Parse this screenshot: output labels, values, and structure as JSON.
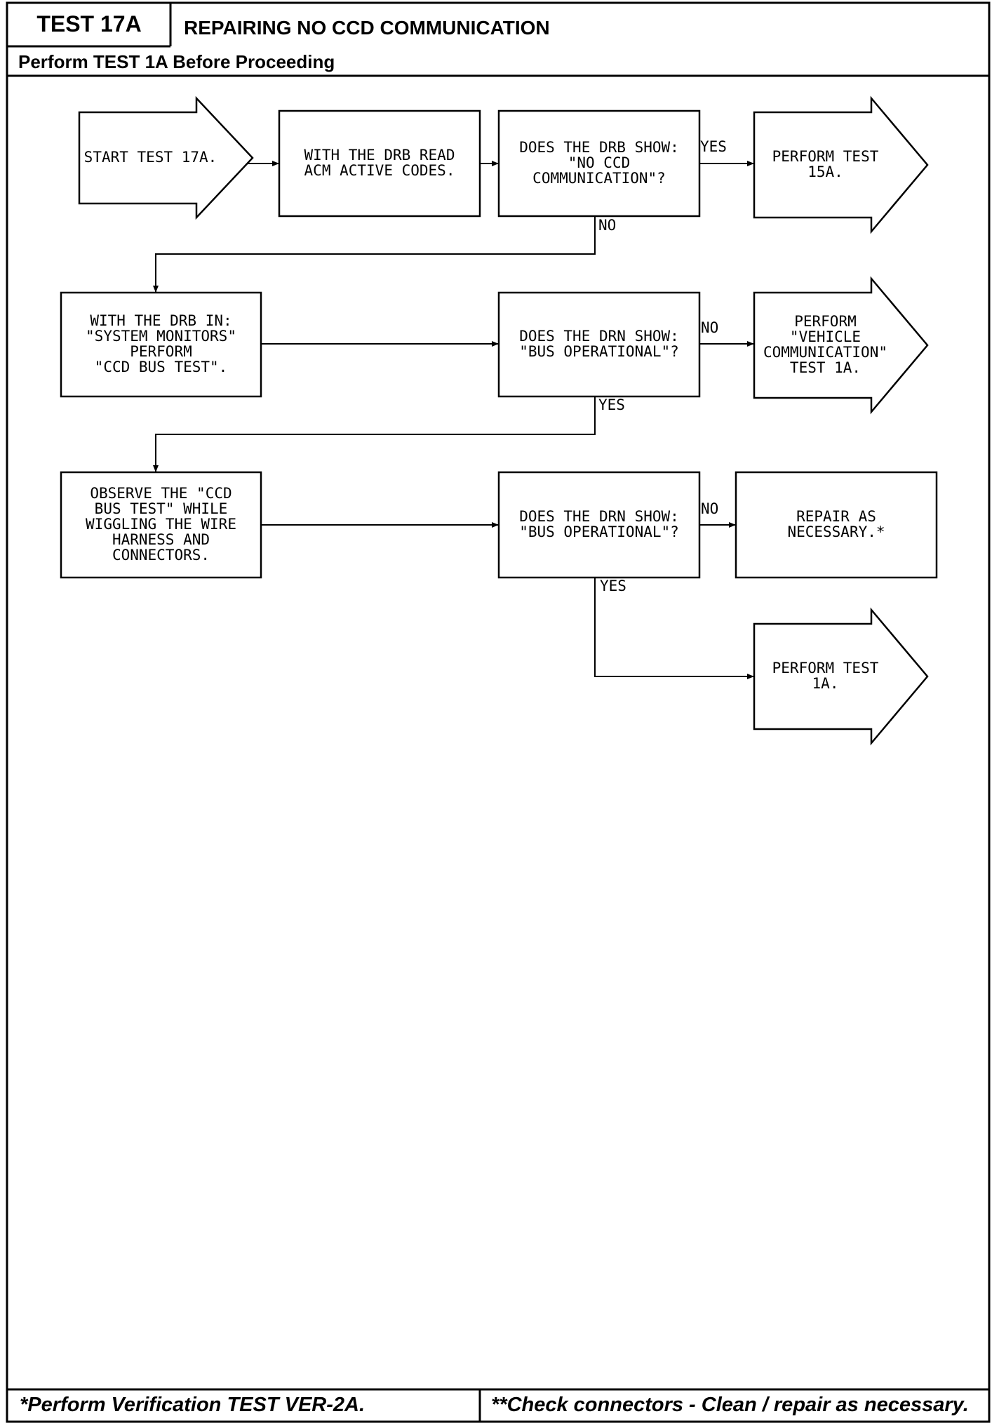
{
  "header": {
    "test_id": "TEST 17A",
    "title": "REPAIRING NO CCD COMMUNICATION",
    "prerequisite": "Perform TEST 1A Before Proceeding"
  },
  "flowchart": {
    "nodes": [
      {
        "id": "start",
        "shape": "arrow",
        "lines": [
          "START TEST 17A."
        ]
      },
      {
        "id": "read-codes",
        "shape": "box",
        "lines": [
          "WITH THE DRB READ",
          "ACM ACTIVE CODES."
        ]
      },
      {
        "id": "check-ccd",
        "shape": "decision-box",
        "lines": [
          "DOES THE DRB SHOW:",
          "\"NO CCD",
          "COMMUNICATION\"?"
        ]
      },
      {
        "id": "goto-15a",
        "shape": "arrow",
        "lines": [
          "PERFORM TEST",
          "15A."
        ]
      },
      {
        "id": "bus-test",
        "shape": "box",
        "lines": [
          "WITH THE DRB IN:",
          "\"SYSTEM MONITORS\"",
          "PERFORM",
          "\"CCD BUS TEST\"."
        ]
      },
      {
        "id": "check-bus-1",
        "shape": "decision-box",
        "lines": [
          "DOES THE DRN SHOW:",
          "\"BUS OPERATIONAL\"?"
        ]
      },
      {
        "id": "goto-vehicle-comm",
        "shape": "arrow",
        "lines": [
          "PERFORM",
          "\"VEHICLE",
          "COMMUNICATION\"",
          "TEST 1A."
        ]
      },
      {
        "id": "wiggle-test",
        "shape": "box",
        "lines": [
          "OBSERVE THE \"CCD",
          "BUS TEST\" WHILE",
          "WIGGLING THE WIRE",
          "HARNESS AND",
          "CONNECTORS."
        ]
      },
      {
        "id": "check-bus-2",
        "shape": "decision-box",
        "lines": [
          "DOES THE DRN SHOW:",
          "\"BUS OPERATIONAL\"?"
        ]
      },
      {
        "id": "repair",
        "shape": "box",
        "lines": [
          "REPAIR AS",
          "NECESSARY.*"
        ]
      },
      {
        "id": "goto-1a",
        "shape": "arrow",
        "lines": [
          "PERFORM TEST",
          "1A."
        ]
      }
    ],
    "edges": [
      {
        "from": "start",
        "to": "read-codes",
        "label": ""
      },
      {
        "from": "read-codes",
        "to": "check-ccd",
        "label": ""
      },
      {
        "from": "check-ccd",
        "to": "goto-15a",
        "label": "YES"
      },
      {
        "from": "check-ccd",
        "to": "bus-test",
        "label": "NO"
      },
      {
        "from": "bus-test",
        "to": "check-bus-1",
        "label": ""
      },
      {
        "from": "check-bus-1",
        "to": "goto-vehicle-comm",
        "label": "NO"
      },
      {
        "from": "check-bus-1",
        "to": "wiggle-test",
        "label": "YES"
      },
      {
        "from": "wiggle-test",
        "to": "check-bus-2",
        "label": ""
      },
      {
        "from": "check-bus-2",
        "to": "repair",
        "label": "NO"
      },
      {
        "from": "check-bus-2",
        "to": "goto-1a",
        "label": "YES"
      }
    ]
  },
  "footer": {
    "left_note": "*Perform Verification TEST VER-2A.",
    "right_note": "**Check connectors - Clean / repair as necessary."
  }
}
